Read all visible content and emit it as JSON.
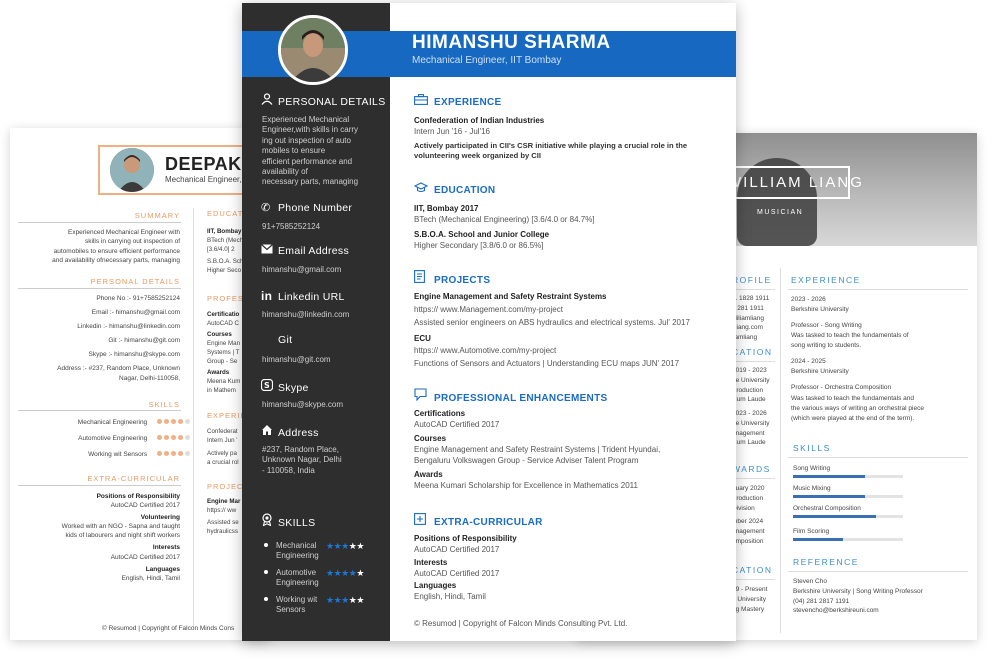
{
  "left_resume": {
    "name": "DEEPAK SIN",
    "title": "Mechanical Engineer, I",
    "sections": {
      "summary": "SUMMARY",
      "personal": "PERSONAL DETAILS",
      "skills": "SKILLS",
      "extra": "EXTRA-CURRICULAR",
      "education": "EDUCATIO",
      "professional": "PROFESS",
      "experience": "EXPERIEN",
      "projects": "PROJECT"
    },
    "summary_lines": [
      "Experienced Mechanical Engineer with",
      "skills in carrying out inspection of",
      "automobiles to ensure efficient performance",
      "and availability ofnecessary parts, managing"
    ],
    "personal_lines": [
      "Phone No :- 91+7585252124",
      "Email :- himanshu@gmail.com",
      "Linkedin :- himanshu@linkedin.com",
      "Git :- himanshu@git.com",
      "Skype :- himanshu@skype.com",
      "Address :- #237, Random Place, Unknown",
      "Nagar, Delhi-110058,"
    ],
    "skills": [
      {
        "label": "Mechanical Engineering",
        "level": 4
      },
      {
        "label": "Automotive Engineering",
        "level": 4
      },
      {
        "label": "Working wit Sensors",
        "level": 4
      }
    ],
    "extra_lines": [
      {
        "bold": "Positions of Responsibility",
        "text": "AutoCAD Certified  2017"
      },
      {
        "bold": "Volunteering",
        "text": "Worked with an NGO - Sapna and taught"
      },
      {
        "bold": "",
        "text": "kids of labourers and night shift workers"
      },
      {
        "bold": "Interests",
        "text": "AutoCAD Certified  2017"
      },
      {
        "bold": "Languages",
        "text": "English, Hindi, Tamil"
      }
    ],
    "right_col": {
      "edu": [
        "IIT, Bombay",
        "BTech (Mech",
        "[3.6/4.0]  2",
        "S.B.O.A. Sch",
        "Higher Seco"
      ],
      "prof": [
        "Certificatio",
        "AutoCAD C",
        "Courses",
        "Engine Man",
        "Systems | T",
        "Group - Se",
        "Awards",
        "Meena Kum",
        "in Mathem"
      ],
      "exp": [
        "Confederat",
        "Intern  Jun '",
        "Actively pa",
        "a crucial rol"
      ],
      "proj": [
        "Engine Mar",
        "https:// ww",
        "Assisted se",
        "hydraulicss"
      ]
    },
    "footer": "© Resumod | Copyright of Falcon Minds Cons"
  },
  "right_resume": {
    "name": "WILLIAM LIANG",
    "subtitle": "MUSICIAN",
    "left_heads": [
      "ROFILE",
      "CATION",
      "WARDS",
      "CATION"
    ],
    "left_lines": {
      "profile": [
        "91 1828 1911",
        "m 281 1911",
        "mliliamliang",
        "nliiang.com",
        "lliamliang"
      ],
      "education1": [
        "2019 - 2023",
        "ire University",
        "Production",
        "Cum Laude",
        "2023 - 2026",
        "ire University",
        "anagement",
        "Cum Laude"
      ],
      "awards": [
        "nuary 2020",
        "Production",
        "Division",
        "mber 2024",
        "anagement",
        "omposition"
      ],
      "education2": [
        "19 - Present",
        "e University",
        "ng Mastery"
      ]
    },
    "experience_head": "EXPERIENCE",
    "experience_lines": [
      "2023 - 2026",
      "Berkshire University",
      "",
      "Professor - Song Writing",
      "Was tasked to teach the fundamentals of",
      "song writing to students.",
      "",
      "2024 - 2025",
      "Berkshire University",
      "",
      "Professor - Orchestra Composition",
      "Was tasked to teach the fundamentals and",
      "the various ways of writing an orchestral piece",
      "(which were played at the end of the term)."
    ],
    "skills_head": "SKILLS",
    "skills": [
      {
        "label": "Song Writing",
        "value": 0.65
      },
      {
        "label": "Music Mixing",
        "value": 0.65
      },
      {
        "label": "Orchestral Composition",
        "value": 0.75
      },
      {
        "label": "Film Scoring",
        "value": 0.45
      }
    ],
    "reference_head": "REFERENCE",
    "reference_lines": [
      "Steven Cho",
      "Berkshire University | Song Writing Professor",
      "(04) 281 2817 1191",
      "stevencho@berkshireuni.com"
    ]
  },
  "main_resume": {
    "name": "HIMANSHU SHARMA",
    "title": "Mechanical Engineer, IIT Bombay",
    "sidebar": {
      "personal_head": "PERSONAL DETAILS",
      "personal_text": [
        "Experienced Mechanical",
        "Engineer,with skills in carry",
        "ing out inspection of auto",
        "mobiles to ensure",
        "efficient performance and",
        "availability of",
        "necessary parts, managing"
      ],
      "phone_head": "Phone Number",
      "phone": "91+7585252124",
      "email_head": "Email Address",
      "email": "himanshu@gmail.com",
      "linkedin_head": "Linkedin URL",
      "linkedin": "himanshu@linkedin.com",
      "git_head": "Git",
      "git": "himanshu@git.com",
      "skype_head": "Skype",
      "skype": "himanshu@skype.com",
      "address_head": "Address",
      "address": [
        "#237, Random Place,",
        "Unknown Nagar, Delhi",
        "- 110058, India"
      ],
      "skills_head": "SKILLS",
      "skills": [
        {
          "line1": "Mechanical",
          "line2": "Engineering",
          "rating": 3,
          "max": 5
        },
        {
          "line1": "Automotive",
          "line2": "Engineering",
          "rating": 4,
          "max": 5
        },
        {
          "line1": "Working wit",
          "line2": "Sensors",
          "rating": 3,
          "max": 5
        }
      ]
    },
    "experience": {
      "head": "EXPERIENCE",
      "org": "Confederation of Indian Industries",
      "role": "Intern  Jun '16 - Jul'16",
      "desc": [
        "Actively participated in CII's CSR initiative while playing a crucial role in the",
        "volunteering week organized by CII"
      ]
    },
    "education": {
      "head": "EDUCATION",
      "items": [
        {
          "school": "IIT, Bombay  2017",
          "degree": "BTech (Mechanical Engineering) [3.6/4.0 or 84.7%]"
        },
        {
          "school": "S.B.O.A. School and Junior College",
          "degree": "Higher Secondary [3.8/6.0 or 86.5%]"
        }
      ]
    },
    "projects": {
      "head": "PROJECTS",
      "items": [
        {
          "name": "Engine Management and Safety Restraint Systems",
          "url": "https:// www.Management.com/my-project",
          "desc": "Assisted senior engineers on ABS hydraulics and electrical systems.  Jul' 2017"
        },
        {
          "name": "ECU",
          "url": "https:// www.Automotive.com/my-project",
          "desc": "Functions of Sensors and Actuators | Understanding ECU maps  JUN' 2017"
        }
      ]
    },
    "enhancements": {
      "head": "PROFESSIONAL ENHANCEMENTS",
      "cert_label": "Certifications",
      "cert": "AutoCAD Certified  2017",
      "courses_label": "Courses",
      "courses": [
        "Engine Management and Safety Restraint Systems | Trident Hyundai,",
        "Bengaluru Volkswagen Group - Service Adviser Talent Program"
      ],
      "awards_label": "Awards",
      "awards": "Meena Kumari Scholarship for Excellence in Mathematics  2011"
    },
    "extra": {
      "head": "EXTRA-CURRICULAR",
      "por_label": "Positions of Responsibility",
      "por": "AutoCAD Certified  2017",
      "interests_label": "Interests",
      "interests": "AutoCAD Certified  2017",
      "languages_label": "Languages",
      "languages": "English, Hindi, Tamil"
    },
    "footer": "© Resumod | Copyright of Falcon Minds Consulting Pvt. Ltd."
  },
  "colors": {
    "brand_blue": "#1668c1",
    "sidebar_dark": "#2e2e2e",
    "accent_orange": "#e79a63",
    "accent_light_blue": "#3f8fc7"
  }
}
